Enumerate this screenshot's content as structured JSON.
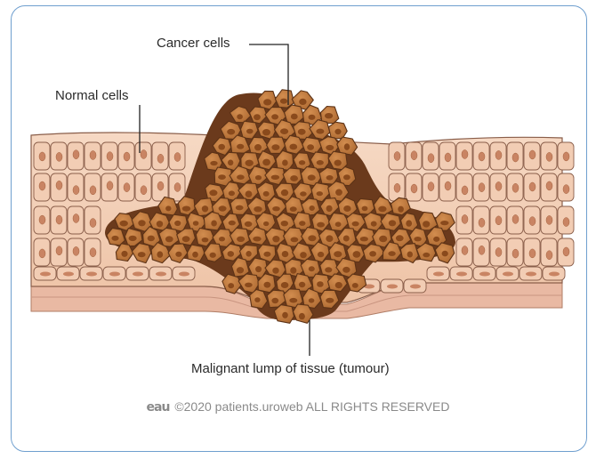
{
  "labels": {
    "cancer_cells": "Cancer cells",
    "normal_cells": "Normal cells",
    "tumour": "Malignant lump of tissue (tumour)"
  },
  "footer": {
    "logo": "eau",
    "copyright": "©2020 patients.uroweb ALL RIGHTS RESERVED"
  },
  "colors": {
    "frame": "#6f9fcf",
    "normal_cell_fill": "#f2cdb4",
    "normal_cell_outline": "#8a5e4a",
    "normal_nucleus": "#c98463",
    "cancer_cell_fill": "#c07a3e",
    "cancer_cell_outline": "#5c3216",
    "cancer_nucleus": "#8a4a1c",
    "basement_membrane": "#d9a892"
  }
}
